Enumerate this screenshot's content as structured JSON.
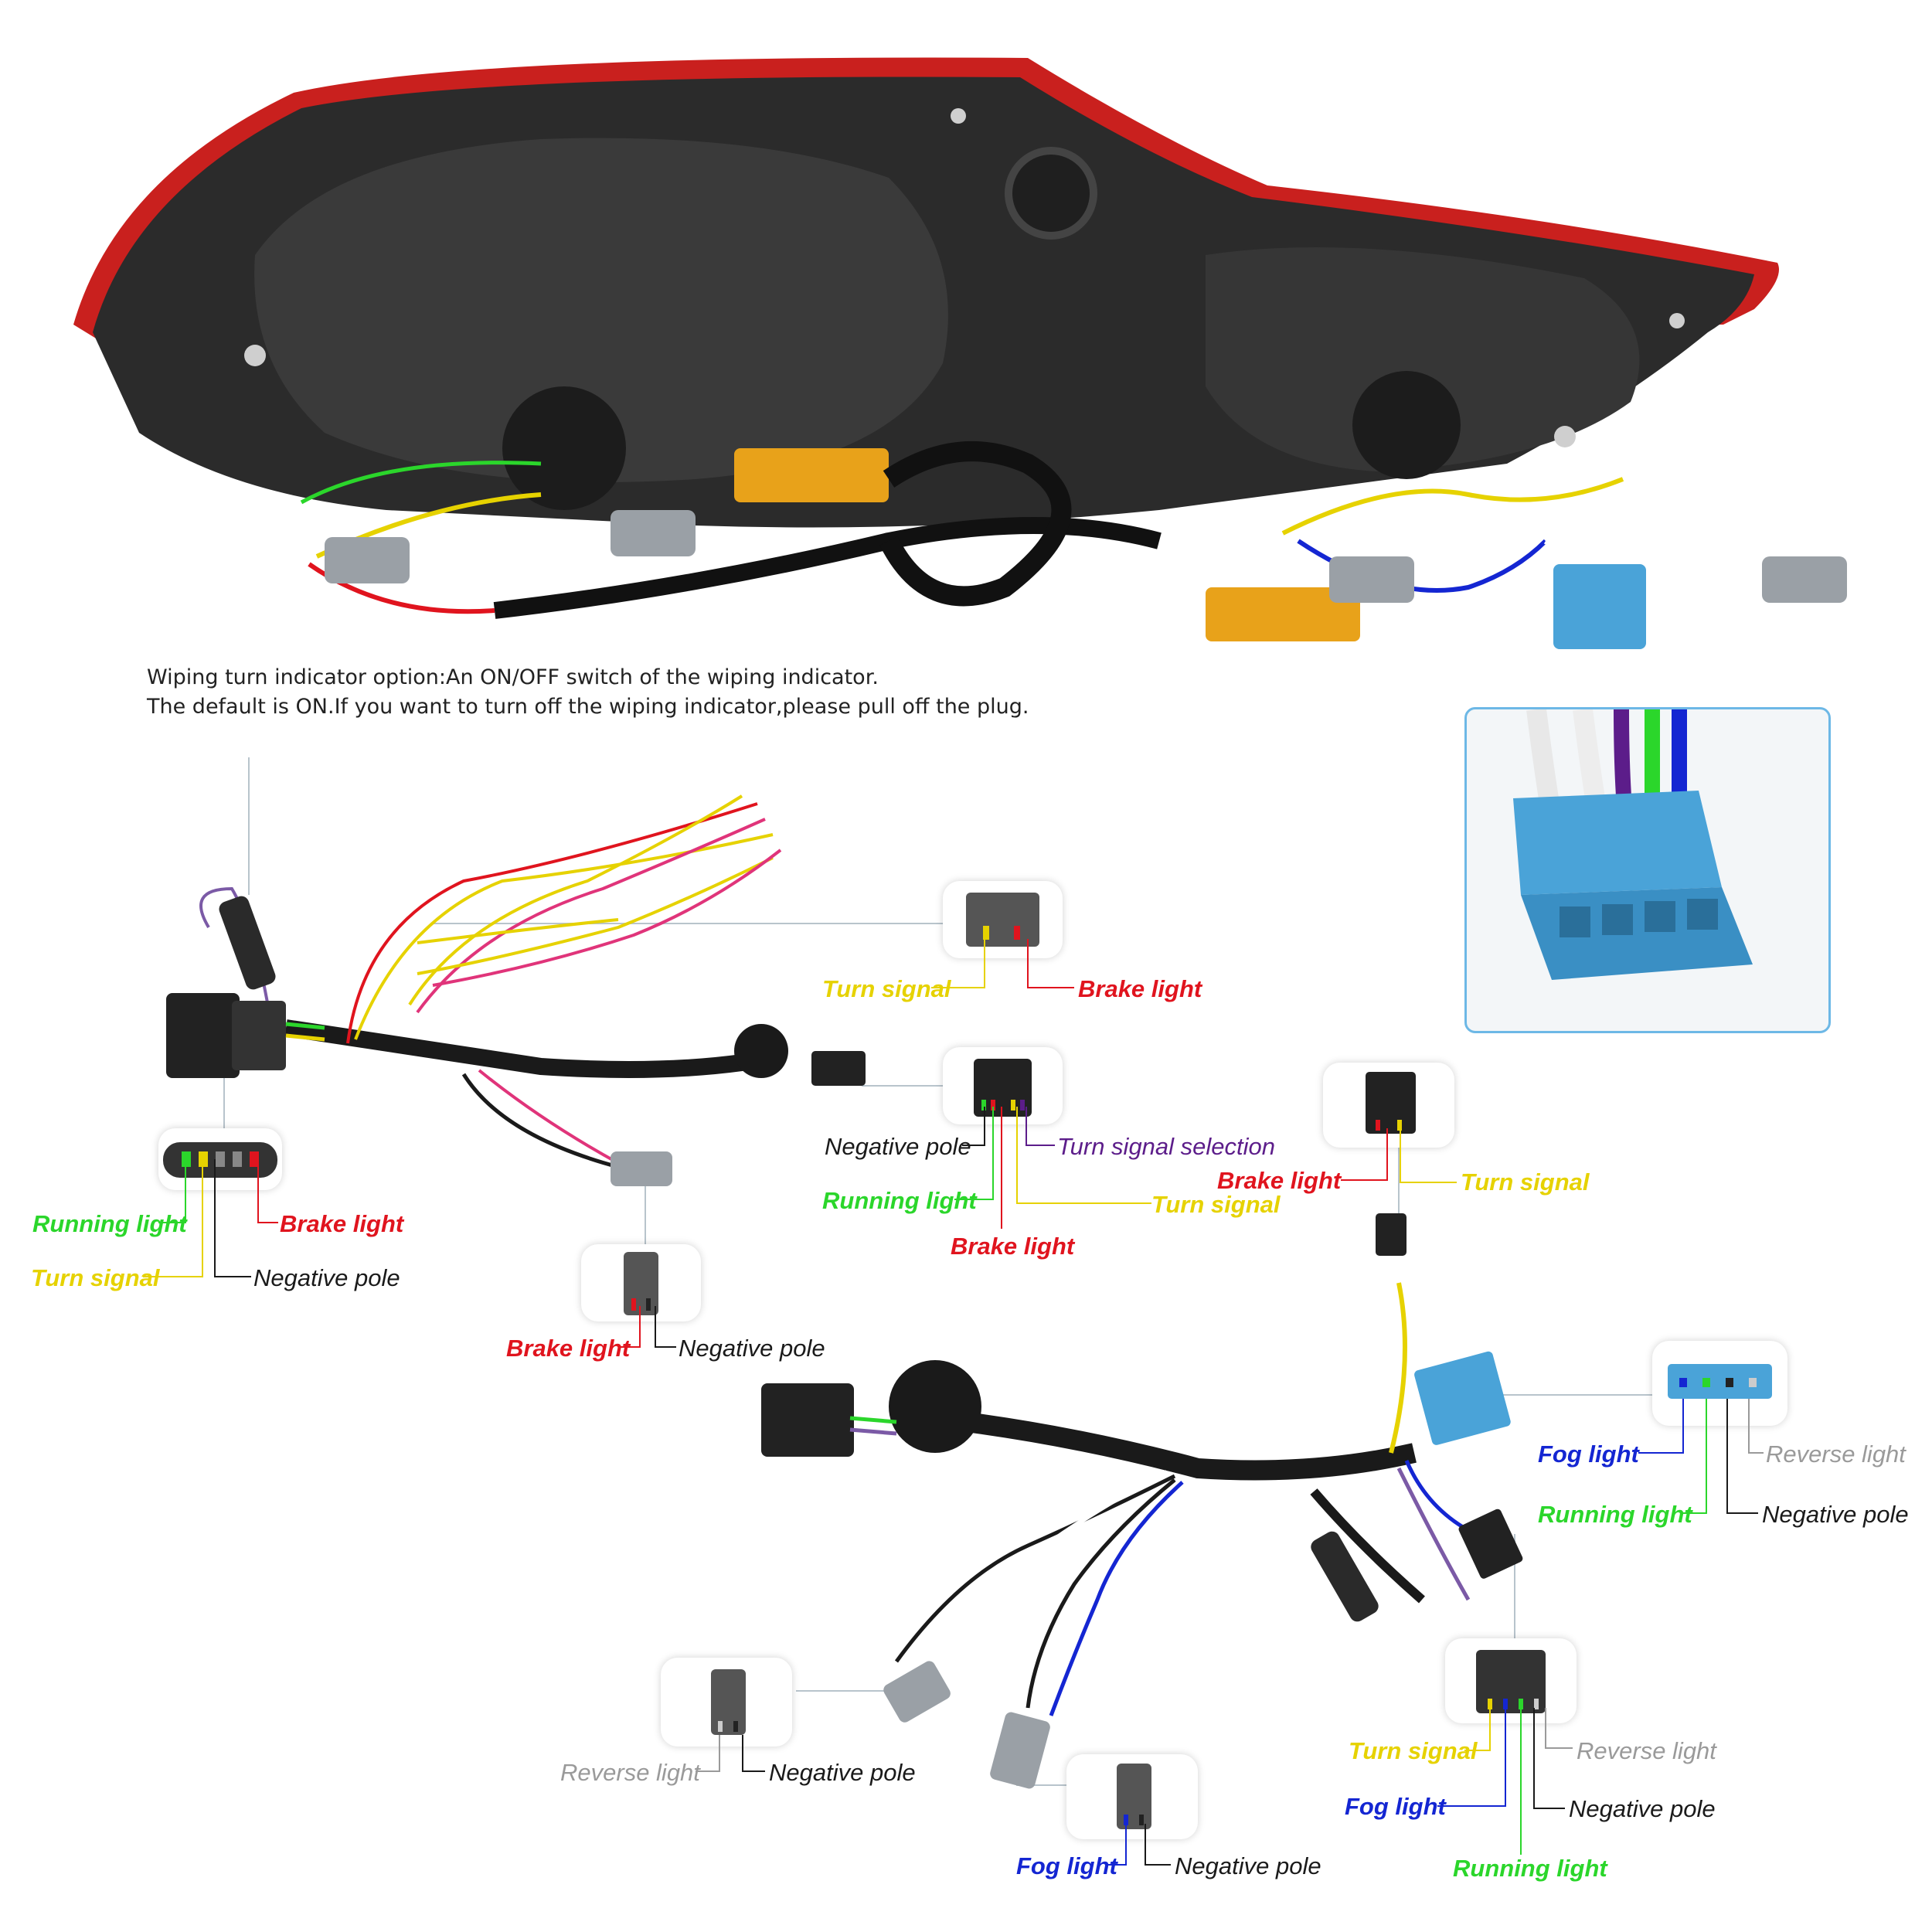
{
  "note": {
    "line1": "Wiping turn indicator option:An ON/OFF switch of the wiping indicator.",
    "line2": "The default is ON.If you want to turn off the wiping indicator,please pull off the plug."
  },
  "colors": {
    "red": "#e0141e",
    "yellow": "#e6d200",
    "green": "#2bd62b",
    "black": "#1a1a1a",
    "blue": "#1426d2",
    "purple": "#5c1d8a",
    "grey": "#9a9a9a",
    "housing_red": "#c9201e",
    "housing_dark": "#2b2b2b",
    "connector_blue": "#4aa3d8",
    "connector_grey": "#9aa0a6",
    "resistor_gold": "#e8a21a"
  },
  "labels": {
    "l_running_1": "Running light",
    "l_brake_1": "Brake light",
    "l_turn_1": "Turn signal",
    "l_neg_1": "Negative pole",
    "l_turn_2": "Turn signal",
    "l_brake_2": "Brake light",
    "l_neg_2": "Negative pole",
    "l_turnsel": "Turn signal selection",
    "l_running_2": "Running light",
    "l_turn_3": "Turn signal",
    "l_brake_3": "Brake light",
    "l_brake_4": "Brake light",
    "l_neg_3": "Negative pole",
    "l_brake_5": "Brake light",
    "l_turn_4": "Turn signal",
    "l_fog_1": "Fog light",
    "l_reverse_1": "Reverse light",
    "l_running_3": "Running light",
    "l_neg_4": "Negative pole",
    "l_reverse_2": "Reverse light",
    "l_neg_5": "Negative pole",
    "l_fog_2": "Fog light",
    "l_neg_6": "Negative pole",
    "l_turn_5": "Turn signal",
    "l_reverse_3": "Reverse light",
    "l_fog_3": "Fog light",
    "l_neg_7": "Negative pole",
    "l_running_4": "Running light"
  },
  "icons": [
    "tail-light-housing-photo",
    "blue-connector-closeup-photo",
    "wiring-harness-left",
    "wiring-harness-right",
    "plug-connector-icon"
  ]
}
